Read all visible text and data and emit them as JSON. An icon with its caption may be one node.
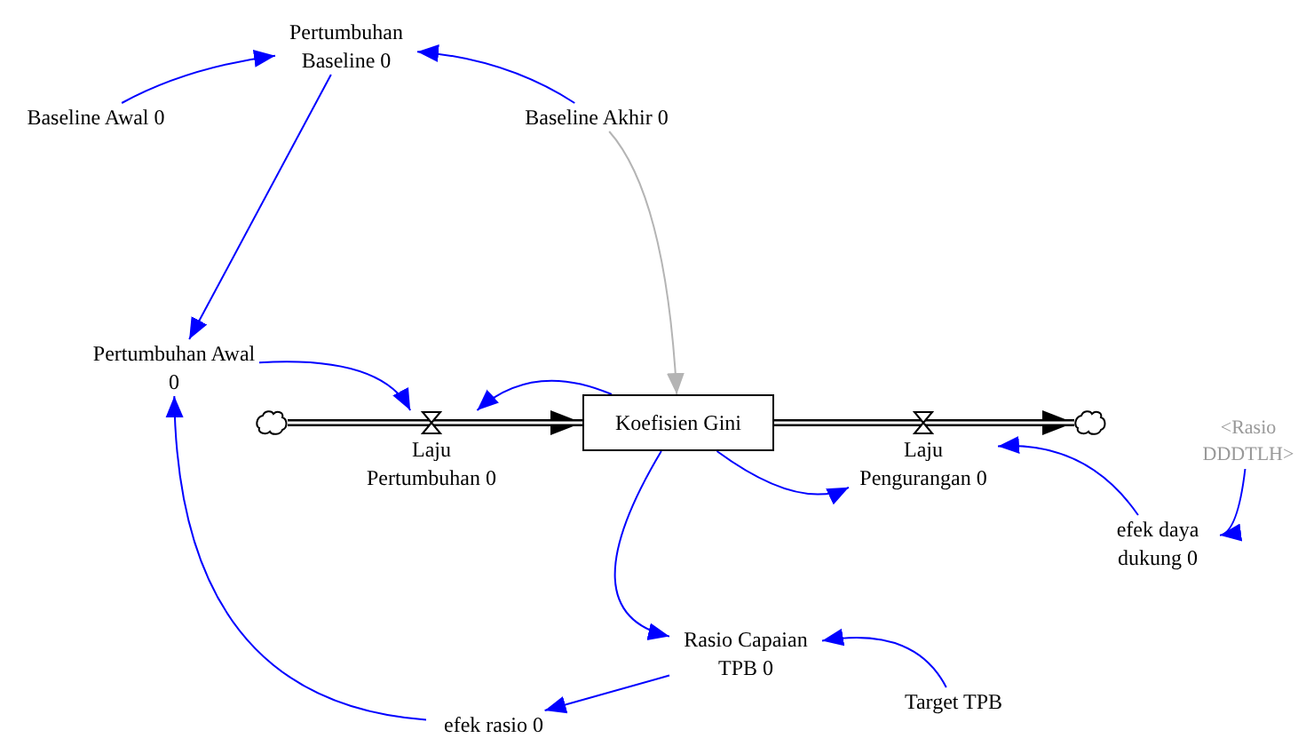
{
  "diagram": {
    "nodes": [
      {
        "text": [
          "Pertumbuhan Baseline 0"
        ]
      },
      {
        "text": [
          "Baseline Awal 0"
        ]
      },
      {
        "text": [
          "Baseline Akhir 0"
        ]
      },
      {
        "text": [
          "Pertumbuhan Awal 0"
        ]
      },
      {
        "text": [],
        "shape": "cloud"
      },
      {
        "text": [
          "Laju Pertumbuhan 0"
        ]
      },
      {
        "text": [
          "Koefisien Gini"
        ]
      },
      {
        "text": [
          "Laju Pengurangan 0"
        ]
      },
      {
        "text": [],
        "shape": "cloud"
      },
      {
        "text": [
          "<Rasio DDDTLH>"
        ]
      },
      {
        "text": [
          "efek daya dukung 0"
        ]
      },
      {
        "text": [
          "Rasio Capaian TPB 0"
        ]
      },
      {
        "text": [
          "Target TPB"
        ]
      },
      {
        "text": [
          "efek rasio 0"
        ]
      }
    ],
    "edges": [
      {
        "from": 1,
        "to": 0,
        "arrow": "to"
      },
      {
        "from": 2,
        "to": 0,
        "arrow": "to"
      },
      {
        "from": 0,
        "to": 3,
        "arrow": "to"
      },
      {
        "from": 3,
        "to": 5,
        "arrow": "to"
      },
      {
        "from": 6,
        "to": 5,
        "arrow": "to"
      },
      {
        "from": 2,
        "to": 6,
        "arrow": "to",
        "color": "#b4b4b4"
      },
      {
        "from": 4,
        "to": 6,
        "arrow": "to",
        "style": "thick",
        "color": "#000000"
      },
      {
        "from": 6,
        "to": 8,
        "arrow": "to",
        "style": "thick",
        "color": "#000000"
      },
      {
        "from": 6,
        "to": 7,
        "arrow": "to"
      },
      {
        "from": 10,
        "to": 7,
        "arrow": "to"
      },
      {
        "from": 9,
        "to": 10,
        "arrow": "to"
      },
      {
        "from": 6,
        "to": 11,
        "arrow": "to"
      },
      {
        "from": 12,
        "to": 11,
        "arrow": "to"
      },
      {
        "from": 11,
        "to": 13,
        "arrow": "to"
      },
      {
        "from": 13,
        "to": 3,
        "arrow": "to"
      }
    ]
  }
}
